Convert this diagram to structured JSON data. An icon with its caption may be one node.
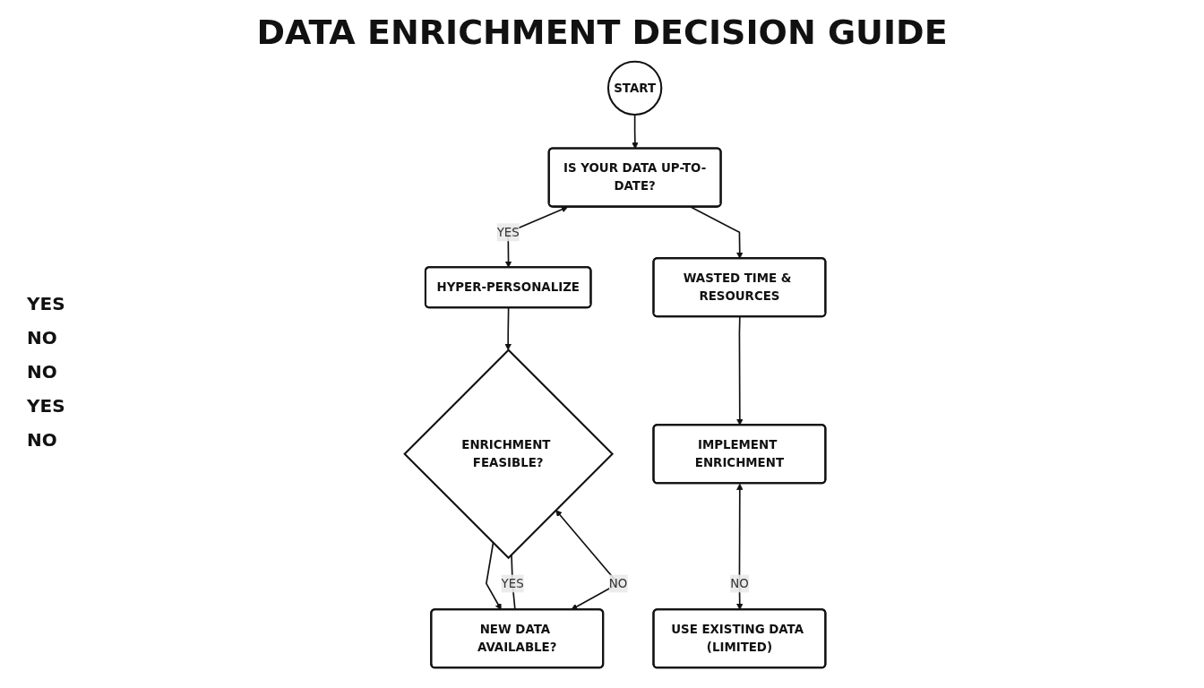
{
  "diagram": {
    "title": "DATA ENRICHMENT DECISION GUIDE",
    "nodes": [
      {
        "text": [
          "START"
        ]
      },
      {
        "text": [
          "IS YOUR DATA UP-TO-DATE?"
        ]
      },
      {
        "text": [
          "HYPER-PERSONALIZE"
        ]
      },
      {
        "text": [
          "WASTED TIME & RESOURCES"
        ]
      },
      {
        "text": [
          "ENRICHMENT FEASIBLE?"
        ]
      },
      {
        "text": [
          "NEW DATA AVAILABLE?"
        ]
      },
      {
        "text": [
          "IMPLEMENT ENRICHMENT"
        ]
      },
      {
        "text": [
          "USE EXISTING DATA (LIMITED)"
        ]
      }
    ],
    "edges": [
      {
        "from": 0,
        "to": 1,
        "arrow": "to"
      },
      {
        "from": 1,
        "to": 2,
        "arrow": "both",
        "label": "YES"
      },
      {
        "from": 1,
        "to": 3,
        "arrow": "to"
      },
      {
        "from": 2,
        "to": 4,
        "arrow": "to"
      },
      {
        "from": 3,
        "to": 6,
        "arrow": "to"
      },
      {
        "from": 4,
        "to": 5,
        "arrow": "to"
      },
      {
        "from": 5,
        "to": 4,
        "arrow": "both",
        "label": "NO"
      },
      {
        "from": 4,
        "to": 5,
        "arrow": "none",
        "label": "YES"
      },
      {
        "from": 6,
        "to": 7,
        "arrow": "both",
        "label": "NO"
      }
    ],
    "labels": [
      "YES",
      "NO",
      "NO",
      "YES",
      "NO"
    ]
  }
}
